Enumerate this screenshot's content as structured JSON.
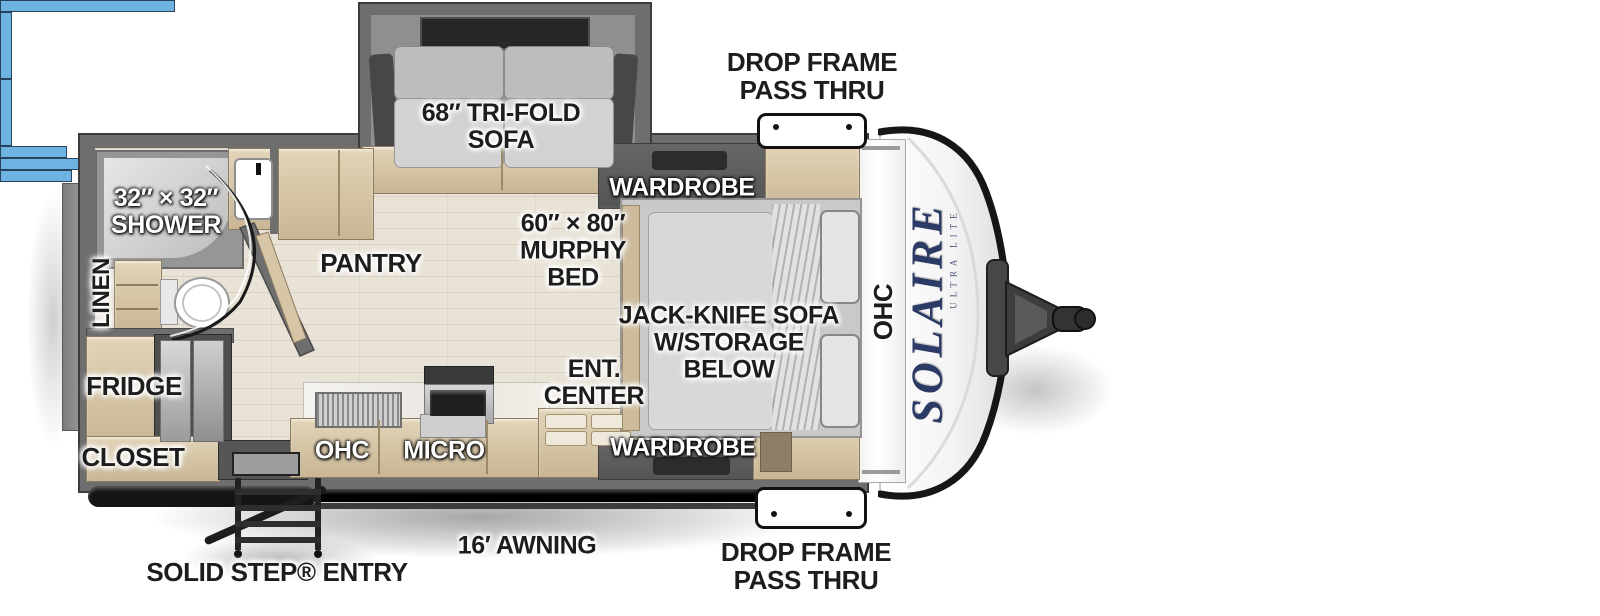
{
  "page": {
    "title": "Solaire travel trailer floor plan",
    "background": "#ffffff"
  },
  "colors": {
    "window_blue": "#6fb3e3",
    "wall_gray": "#6e6e6e",
    "cabinet_tan": "#d3c2a3",
    "floor_wood": "#e9e2d6",
    "logo_navy": "#2c3a66",
    "label_black": "#1d1d1d",
    "label_white": "#ffffff"
  },
  "brand": {
    "name": "SOLAIRE",
    "tagline": "ULTRA LITE",
    "front_cabinet": "OHC"
  },
  "exterior_labels": {
    "drop_frame_top_line1": "DROP FRAME",
    "drop_frame_top_line2": "PASS THRU",
    "drop_frame_bottom_line1": "DROP FRAME",
    "drop_frame_bottom_line2": "PASS THRU",
    "awning": "16′ AWNING",
    "entry": "SOLID STEP® ENTRY"
  },
  "room_labels": {
    "tri_fold_line1": "68″ TRI-FOLD",
    "tri_fold_line2": "SOFA",
    "shower_line1": "32″ × 32″",
    "shower_line2": "SHOWER",
    "linen": "LINEN",
    "pantry": "PANTRY",
    "fridge": "FRIDGE",
    "closet": "CLOSET",
    "kitchen_ohc": "OHC",
    "micro": "MICRO",
    "wardrobe_top": "WARDROBE",
    "wardrobe_bottom": "WARDROBE",
    "murphy_line1": "60″ × 80″",
    "murphy_line2": "MURPHY",
    "murphy_line3": "BED",
    "jack_knife_line1": "JACK-KNIFE SOFA",
    "jack_knife_line2": "W/STORAGE",
    "jack_knife_line3": "BELOW",
    "ent_center_line1": "ENT.",
    "ent_center_line2": "CENTER"
  }
}
